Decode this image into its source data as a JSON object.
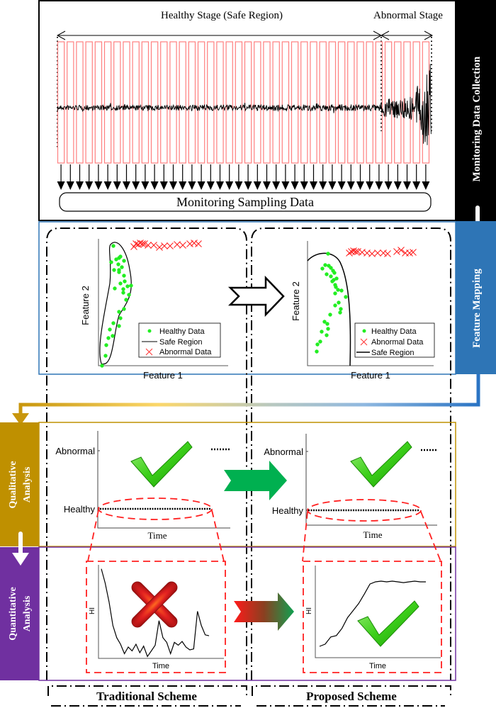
{
  "stages": {
    "healthy_label": "Healthy Stage (Safe Region)",
    "abnormal_label": "Abnormal Stage",
    "sampling_label": "Monitoring Sampling Data",
    "window_count": 40,
    "abnormal_window_start": 34
  },
  "side_labels": {
    "collection": "Monitoring Data Collection",
    "mapping": "Feature Mapping",
    "qualitative_line1": "Qualitative",
    "qualitative_line2": "Analysis",
    "quantitative_line1": "Quantitative",
    "quantitative_line2": "Analysis"
  },
  "colors": {
    "collection": "#000000",
    "mapping": "#2e75b6",
    "qualitative": "#bf9000",
    "quantitative": "#7030a0",
    "window": "#ff7f7f",
    "healthy_point": "#22ee22",
    "abnormal_point": "#ff2020"
  },
  "feature_plots": [
    {
      "scheme": "traditional",
      "xlabel": "Feature 1",
      "ylabel": "Feature 2",
      "legend": [
        "Healthy Data",
        "Safe Region",
        "Abnormal Data"
      ]
    },
    {
      "scheme": "proposed",
      "xlabel": "Feature 1",
      "ylabel": "Feature 2",
      "legend": [
        "Healthy Data",
        "Abnormal Data",
        "Safe Region"
      ]
    }
  ],
  "qualitative_plots": [
    {
      "scheme": "traditional",
      "y_top": "Abnormal",
      "y_bottom": "Healthy",
      "xlabel": "Time",
      "result": "check"
    },
    {
      "scheme": "proposed",
      "y_top": "Abnormal",
      "y_bottom": "Healthy",
      "xlabel": "Time",
      "result": "check"
    }
  ],
  "quantitative_plots": [
    {
      "scheme": "traditional",
      "ylabel": "HI",
      "xlabel": "Time",
      "result": "cross",
      "hi_values": [
        0.95,
        0.8,
        0.6,
        0.35,
        0.22,
        0.15,
        0.05,
        0.12,
        0.08,
        0.15,
        0.06,
        0.13,
        0.02,
        0.08,
        0.14,
        0.4,
        0.22,
        0.17,
        0.05,
        0.17,
        0.14,
        0.18,
        0.12,
        0.09,
        0.1,
        0.5,
        0.35,
        0.25,
        0.24
      ]
    },
    {
      "scheme": "proposed",
      "ylabel": "HI",
      "xlabel": "Time",
      "result": "check",
      "hi_values": [
        0.05,
        0.08,
        0.18,
        0.2,
        0.3,
        0.45,
        0.55,
        0.65,
        0.78,
        0.92,
        0.95,
        0.96,
        0.95,
        0.96,
        0.95,
        0.94,
        0.95,
        0.96,
        0.95,
        0.95
      ]
    }
  ],
  "schemes": {
    "traditional": "Traditional Scheme",
    "proposed": "Proposed Scheme"
  }
}
